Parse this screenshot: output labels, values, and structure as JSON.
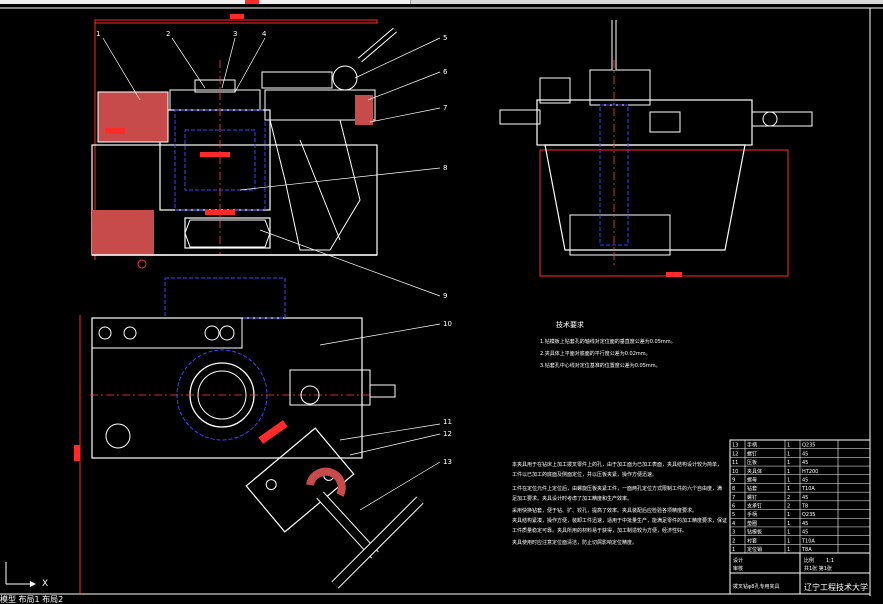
{
  "balloons": [
    "1",
    "2",
    "3",
    "4",
    "5",
    "6",
    "7",
    "8",
    "9",
    "10",
    "11",
    "12",
    "13"
  ],
  "tech_notes": {
    "title": "技术要求",
    "lines": [
      "1.钻模板上钻套孔的轴线对定位面的垂直度公差为0.05mm。",
      "2.夹具体上平面对底面的平行度公差为0.02mm。",
      "3.钻套孔中心线对定位基准的位置度公差为0.05mm。"
    ]
  },
  "description": {
    "lines": [
      "本夹具用于在钻床上加工拨叉零件上的孔，由于加工面为已加工表面，夹具结构设计较为简单，",
      "工件以已加工的底面及侧面定位，并以压板夹紧，操作方便迅速。",
      "工件在定位元件上定位后，由螺旋压板夹紧工件，一面两孔定位方式限制工件的六个自由度，满",
      "足加工要求。夹具设计时考虑了加工精度和生产效率。",
      "采用快换钻套，便于钻、扩、铰孔，提高了效率。夹具装配后应检验各项精度要求。",
      "夹具结构紧凑，操作方便，装卸工件迅速，适用于中批量生产，能满足零件的加工精度要求，保证",
      "工件质量稳定可靠。夹具所用的材料易于获得，加工制造较为方便，经济性好。",
      "夹具使用时应注意定位面清洁，防止切屑影响定位精度。"
    ]
  },
  "title_block": {
    "school": "辽宁工程技术大学",
    "drawing_name": "拨叉钻φ8孔专用夹具",
    "scale_label": "比例",
    "scale": "1:1",
    "sheet": "共1张 第1张",
    "designer_label": "设计",
    "checker_label": "审核",
    "parts_rows": [
      [
        "13",
        "手柄",
        "1",
        "Q235",
        ""
      ],
      [
        "12",
        "螺钉",
        "1",
        "45",
        ""
      ],
      [
        "11",
        "压板",
        "1",
        "45",
        ""
      ],
      [
        "10",
        "夹具体",
        "1",
        "HT200",
        ""
      ],
      [
        "9",
        "螺母",
        "1",
        "45",
        ""
      ],
      [
        "8",
        "钻套",
        "1",
        "T10A",
        ""
      ],
      [
        "7",
        "螺钉",
        "2",
        "45",
        ""
      ],
      [
        "6",
        "支承钉",
        "2",
        "T8",
        ""
      ],
      [
        "5",
        "手柄",
        "1",
        "Q235",
        ""
      ],
      [
        "4",
        "垫圈",
        "1",
        "45",
        ""
      ],
      [
        "3",
        "钻模板",
        "1",
        "45",
        ""
      ],
      [
        "2",
        "衬套",
        "1",
        "T10A",
        ""
      ],
      [
        "1",
        "定位销",
        "1",
        "T8A",
        ""
      ]
    ]
  },
  "status_bar": {
    "coords": "X",
    "text": "模型 布局1 布局2"
  },
  "colors": {
    "background": "#000000",
    "outline": "#ffffff",
    "hidden_line": "#4040ff",
    "center_line": "#ff4040",
    "section_hatch": "#c84b4b",
    "border": "#ff2a2a",
    "dim_marker": "#ff0000"
  }
}
